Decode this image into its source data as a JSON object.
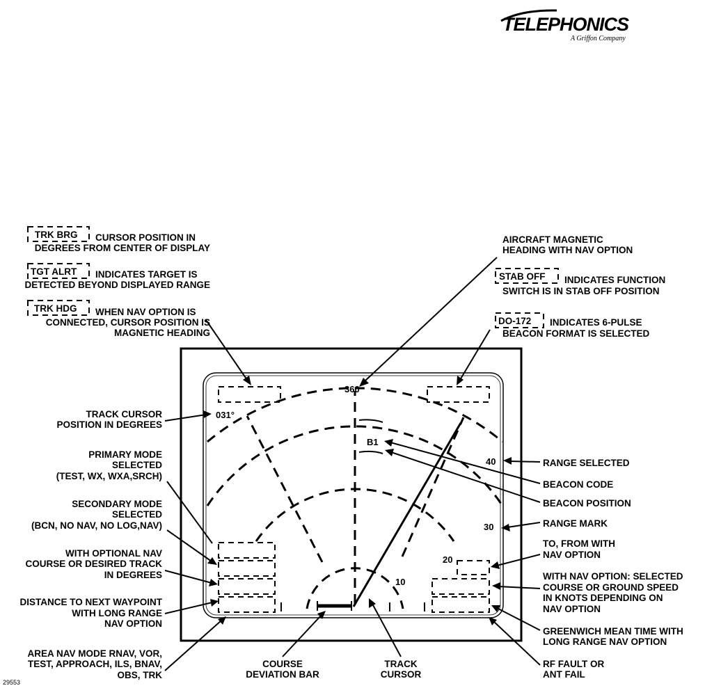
{
  "logo": {
    "name": "TELEPHONICS",
    "tagline": "A Griffon Company"
  },
  "figure_number": "29553",
  "boxed_labels": {
    "trk_brg": "TRK BRG",
    "tgt_alrt": "TGT ALRT",
    "trk_hdg": "TRK HDG",
    "stab_off": "STAB OFF",
    "do_172": "DO-172"
  },
  "callouts": {
    "trk_brg_desc": [
      "CURSOR POSITION IN",
      "DEGREES FROM CENTER OF DISPLAY"
    ],
    "tgt_alrt_desc": [
      "INDICATES TARGET IS",
      "DETECTED BEYOND DISPLAYED RANGE"
    ],
    "trk_hdg_desc": [
      "WHEN NAV OPTION IS",
      "CONNECTED, CURSOR POSITION IS",
      "MAGNETIC HEADING"
    ],
    "aircraft_heading": [
      "AIRCRAFT MAGNETIC",
      "HEADING WITH NAV OPTION"
    ],
    "stab_off_desc": [
      "INDICATES FUNCTION",
      "SWITCH IS IN STAB OFF POSITION"
    ],
    "do_172_desc": [
      "INDICATES 6-PULSE",
      "BEACON FORMAT IS SELECTED"
    ],
    "track_cursor_position": [
      "TRACK CURSOR",
      "POSITION IN DEGREES"
    ],
    "primary_mode": [
      "PRIMARY MODE",
      "SELECTED",
      "(TEST, WX, WXA,SRCH)"
    ],
    "secondary_mode": [
      "SECONDARY MODE",
      "SELECTED",
      "(BCN, NO NAV, NO LOG,NAV)"
    ],
    "optional_nav": [
      "WITH OPTIONAL NAV",
      "COURSE OR DESIRED TRACK",
      "IN DEGREES"
    ],
    "distance_waypoint": [
      "DISTANCE TO NEXT WAYPOINT",
      "WITH LONG RANGE",
      "NAV OPTION"
    ],
    "area_nav": [
      "AREA NAV MODE RNAV, VOR,",
      "TEST, APPROACH, ILS, BNAV,",
      "OBS, TRK"
    ],
    "course_deviation_bar": [
      "COURSE",
      "DEVIATION BAR"
    ],
    "track_cursor": [
      "TRACK",
      "CURSOR"
    ],
    "range_selected": [
      "RANGE SELECTED"
    ],
    "beacon_code": [
      "BEACON CODE"
    ],
    "beacon_position": [
      "BEACON POSITION"
    ],
    "range_mark": [
      "RANGE MARK"
    ],
    "to_from": [
      "TO, FROM WITH",
      "NAV OPTION"
    ],
    "nav_selected_course": [
      "WITH NAV OPTION: SELECTED",
      "COURSE OR GROUND SPEED",
      "IN KNOTS DEPENDING ON",
      "NAV OPTION"
    ],
    "greenwich_time": [
      "GREENWICH MEAN TIME WITH",
      "LONG RANGE NAV OPTION"
    ],
    "rf_fault": [
      "RF FAULT OR",
      "ANT FAIL"
    ]
  },
  "display": {
    "heading": "360",
    "track_degrees": "031°",
    "beacon_code": "B1",
    "range_40": "40",
    "range_30": "30",
    "range_20": "20",
    "range_10": "10"
  }
}
